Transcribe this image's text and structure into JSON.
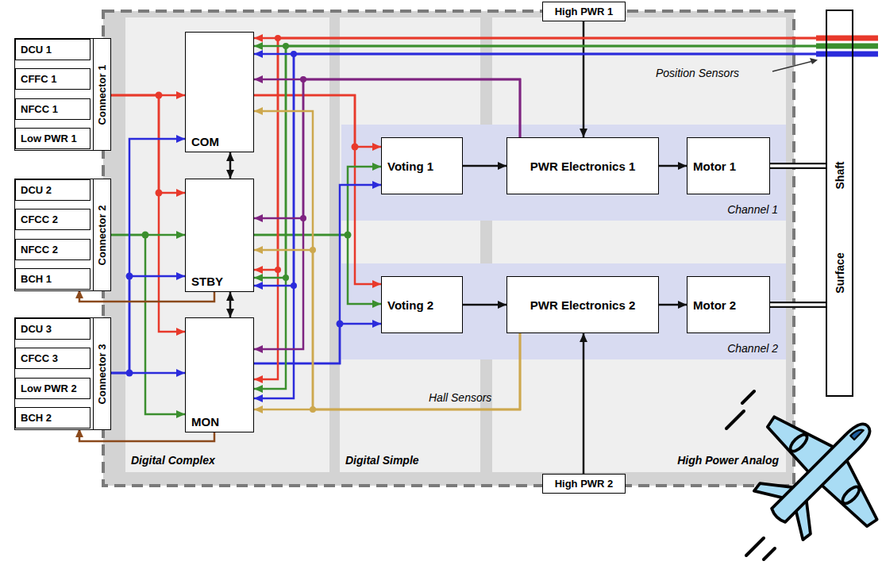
{
  "diagram": {
    "nodes": [
      {
        "text": [
          "Digital Complex"
        ]
      },
      {
        "text": [
          "Digital Simple"
        ]
      },
      {
        "text": [
          "High Power Analog"
        ]
      },
      {
        "text": [
          "Connector 1"
        ]
      },
      {
        "text": [
          "DCU 1"
        ],
        "in": 3
      },
      {
        "text": [
          "CFFC 1"
        ],
        "in": 3
      },
      {
        "text": [
          "NFCC 1"
        ],
        "in": 3
      },
      {
        "text": [
          "Low PWR 1"
        ],
        "in": 3
      },
      {
        "text": [
          "Connector 2"
        ]
      },
      {
        "text": [
          "DCU 2"
        ],
        "in": 8
      },
      {
        "text": [
          "CFCC 2"
        ],
        "in": 8
      },
      {
        "text": [
          "NFCC 2"
        ],
        "in": 8
      },
      {
        "text": [
          "BCH 1"
        ],
        "in": 8
      },
      {
        "text": [
          "Connector 3"
        ]
      },
      {
        "text": [
          "DCU 3"
        ],
        "in": 13
      },
      {
        "text": [
          "CFCC 3"
        ],
        "in": 13
      },
      {
        "text": [
          "Low PWR 2"
        ],
        "in": 13
      },
      {
        "text": [
          "BCH 2"
        ],
        "in": 13
      },
      {
        "text": [
          "COM"
        ],
        "in": 0
      },
      {
        "text": [
          "STBY"
        ],
        "in": 0
      },
      {
        "text": [
          "MON"
        ],
        "in": 0
      },
      {
        "text": [
          "High PWR 1"
        ]
      },
      {
        "text": [
          "Channel 1"
        ]
      },
      {
        "text": [
          "Voting 1"
        ],
        "in": 22
      },
      {
        "text": [
          "PWR Electronics 1"
        ],
        "in": 22
      },
      {
        "text": [
          "Motor 1"
        ],
        "in": 22
      },
      {
        "text": [
          "Channel 2"
        ]
      },
      {
        "text": [
          "Voting 2"
        ],
        "in": 26
      },
      {
        "text": [
          "PWR Electronics 2"
        ],
        "in": 26
      },
      {
        "text": [
          "Motor 2"
        ],
        "in": 26
      },
      {
        "text": [
          "High PWR 2"
        ]
      },
      {
        "text": [
          "Shaft",
          "Surface"
        ]
      }
    ],
    "edges": [
      {
        "from": 3,
        "to": 18,
        "arrow": "to"
      },
      {
        "from": 3,
        "to": 19,
        "arrow": "to"
      },
      {
        "from": 3,
        "to": 20,
        "arrow": "to"
      },
      {
        "from": 8,
        "to": 19,
        "arrow": "to"
      },
      {
        "from": 8,
        "to": 20,
        "arrow": "to"
      },
      {
        "from": 13,
        "to": 18,
        "arrow": "to"
      },
      {
        "from": 13,
        "to": 19,
        "arrow": "to"
      },
      {
        "from": 13,
        "to": 20,
        "arrow": "to"
      },
      {
        "from": 18,
        "to": 23,
        "arrow": "to"
      },
      {
        "from": 18,
        "to": 27,
        "arrow": "to"
      },
      {
        "from": 19,
        "to": 23,
        "arrow": "to"
      },
      {
        "from": 19,
        "to": 27,
        "arrow": "to"
      },
      {
        "from": 20,
        "to": 23,
        "arrow": "to"
      },
      {
        "from": 20,
        "to": 27,
        "arrow": "to"
      },
      {
        "from": 18,
        "to": 19,
        "arrow": "both"
      },
      {
        "from": 19,
        "to": 20,
        "arrow": "both"
      },
      {
        "from": 19,
        "to": 12,
        "arrow": "to"
      },
      {
        "from": 20,
        "to": 17,
        "arrow": "to"
      },
      {
        "from": 21,
        "to": 24,
        "arrow": "to"
      },
      {
        "from": 30,
        "to": 28,
        "arrow": "to"
      },
      {
        "from": 23,
        "to": 24,
        "arrow": "to"
      },
      {
        "from": 24,
        "to": 25,
        "arrow": "to"
      },
      {
        "from": 27,
        "to": 28,
        "arrow": "to"
      },
      {
        "from": 28,
        "to": 29,
        "arrow": "to"
      },
      {
        "from": 25,
        "to": 31,
        "arrow": "none"
      },
      {
        "from": 29,
        "to": 31,
        "arrow": "none"
      },
      {
        "from": 31,
        "to": 18,
        "arrow": "to"
      },
      {
        "from": 31,
        "to": 19,
        "arrow": "to"
      },
      {
        "from": 31,
        "to": 20,
        "arrow": "to"
      },
      {
        "from": 31,
        "to": 18,
        "arrow": "to"
      },
      {
        "from": 31,
        "to": 19,
        "arrow": "to"
      },
      {
        "from": 31,
        "to": 20,
        "arrow": "to"
      },
      {
        "from": 31,
        "to": 18,
        "arrow": "to"
      },
      {
        "from": 31,
        "to": 19,
        "arrow": "to"
      },
      {
        "from": 31,
        "to": 20,
        "arrow": "to"
      },
      {
        "from": 24,
        "to": 18,
        "arrow": "to"
      },
      {
        "from": 24,
        "to": 19,
        "arrow": "to"
      },
      {
        "from": 24,
        "to": 20,
        "arrow": "to"
      },
      {
        "from": 28,
        "to": 18,
        "arrow": "to"
      },
      {
        "from": 28,
        "to": 19,
        "arrow": "to"
      },
      {
        "from": 28,
        "to": 20,
        "arrow": "to"
      }
    ],
    "labels": [
      "Position Sensors",
      "Hall Sensors"
    ]
  }
}
